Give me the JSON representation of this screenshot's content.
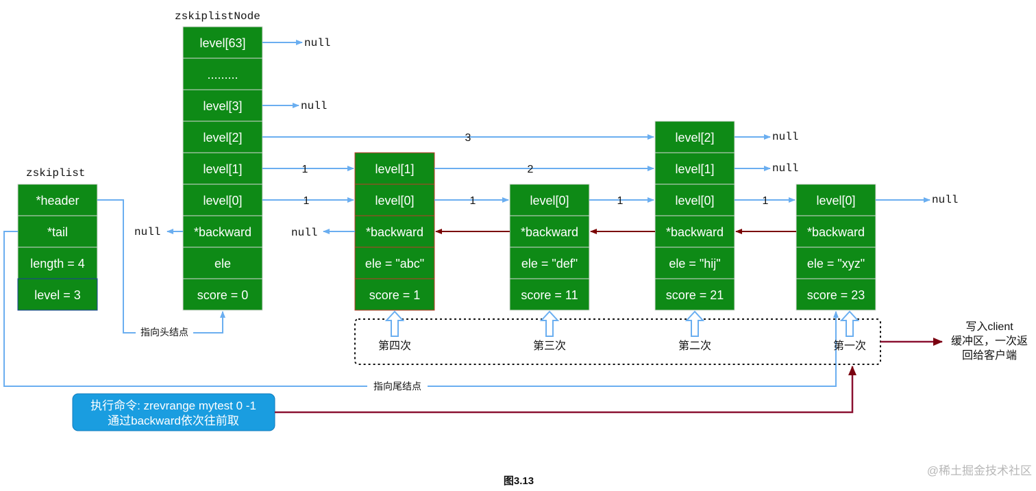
{
  "labels": {
    "zskiplist": "zskiplist",
    "zskiplistNode": "zskiplistNode",
    "null": "null",
    "to_head": "指向头结点",
    "to_tail": "指向尾结点",
    "write_client": [
      "写入client",
      "缓冲区，一次返",
      "回给客户端"
    ],
    "command": [
      "执行命令: zrevrange mytest 0 -1",
      "通过backward依次往前取"
    ],
    "caption": "图3.13",
    "watermark": "@稀土掘金技术社区"
  },
  "zskiplist_fields": [
    "*header",
    "*tail",
    "length = 4",
    "level = 3"
  ],
  "header_node": [
    "level[63]",
    ".........",
    "level[3]",
    "level[2]",
    "level[1]",
    "level[0]",
    "*backward",
    "ele",
    "score = 0"
  ],
  "nodes": [
    {
      "fields": [
        "level[1]",
        "level[0]",
        "*backward",
        "ele = \"abc\"",
        "score = 1"
      ],
      "order": "第四次"
    },
    {
      "fields": [
        "level[0]",
        "*backward",
        "ele = \"def\"",
        "score = 11"
      ],
      "order": "第三次"
    },
    {
      "fields": [
        "level[2]",
        "level[1]",
        "level[0]",
        "*backward",
        "ele = \"hij\"",
        "score = 21"
      ],
      "order": "第二次"
    },
    {
      "fields": [
        "level[0]",
        "*backward",
        "ele = \"xyz\"",
        "score = 23"
      ],
      "order": "第一次"
    }
  ],
  "spans": {
    "header_l2": "3",
    "header_l1": "1",
    "header_l0": "1",
    "abc_l1": "2",
    "abc_l0": "1",
    "def_l0": "1",
    "hij_l0": "1"
  },
  "colors": {
    "node": "#0e8a16",
    "pointer": "#6aaef0",
    "backward": "#7a0000",
    "command_box": "#1a9de0"
  }
}
